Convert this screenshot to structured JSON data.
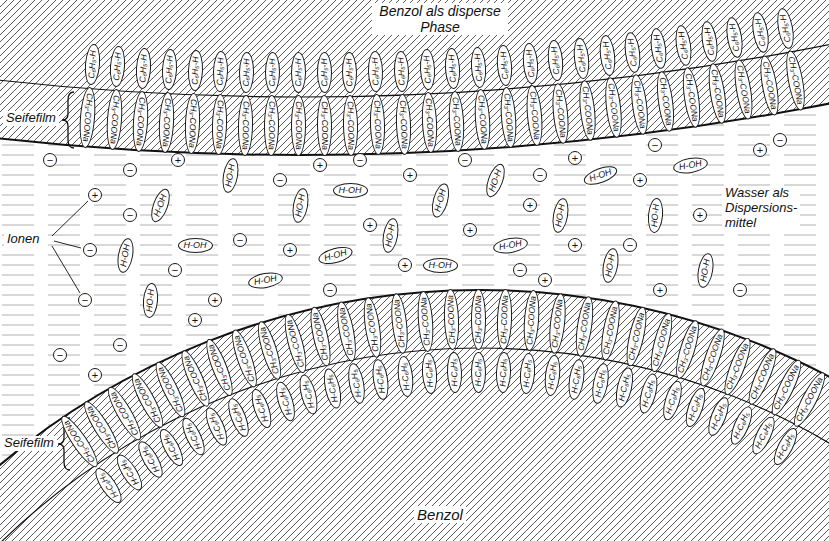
{
  "diagram": {
    "nodes": [
      {
        "text": [
          "C₆H₅-H"
        ]
      },
      {
        "text": [
          "C₆H₅-H"
        ]
      },
      {
        "text": [
          "C₆H₅-H"
        ]
      },
      {
        "text": [
          "C₆H₅-H"
        ]
      },
      {
        "text": [
          "C₆H₅-H"
        ]
      },
      {
        "text": [
          "C₆H₅-H"
        ]
      },
      {
        "text": [
          "C₆H₅-H"
        ]
      },
      {
        "text": [
          "C₆H₅-H"
        ]
      },
      {
        "text": [
          "C₆H₅-H"
        ]
      },
      {
        "text": [
          "C₆H₅-H"
        ]
      },
      {
        "text": [
          "C₆H₅-H"
        ]
      },
      {
        "text": [
          "C₆H₅-H"
        ]
      },
      {
        "text": [
          "C₆H₅-H"
        ]
      },
      {
        "text": [
          "C₆H₅-H"
        ]
      },
      {
        "text": [
          "C₆H₅-H"
        ]
      },
      {
        "text": [
          "C₆H₅-H"
        ]
      },
      {
        "text": [
          "C₆H₅-H"
        ]
      },
      {
        "text": [
          "C₆H₅-H"
        ]
      },
      {
        "text": [
          "C₆H₅-H"
        ]
      },
      {
        "text": [
          "C₆H₅-H"
        ]
      },
      {
        "text": [
          "C₆H₅-H"
        ]
      },
      {
        "text": [
          "C₆H₅-H"
        ]
      },
      {
        "text": [
          "C₆H₅-H"
        ]
      },
      {
        "text": [
          "C₆H₅-H"
        ]
      },
      {
        "text": [
          "C₆H₅-H"
        ]
      },
      {
        "text": [
          "C₆H₅-H"
        ]
      },
      {
        "text": [
          "C₆H₅-H"
        ]
      },
      {
        "text": [
          "C₆H₅-H"
        ]
      },
      {
        "text": [
          "CH₃-COONa"
        ]
      },
      {
        "text": [
          "CH₃-COONa"
        ]
      },
      {
        "text": [
          "CH₃-COONa"
        ]
      },
      {
        "text": [
          "CH₃-COONa"
        ]
      },
      {
        "text": [
          "CH₃-COONa"
        ]
      },
      {
        "text": [
          "CH₃-COONa"
        ]
      },
      {
        "text": [
          "CH₃-COONa"
        ]
      },
      {
        "text": [
          "CH₃-COONa"
        ]
      },
      {
        "text": [
          "CH₃-COONa"
        ]
      },
      {
        "text": [
          "CH₃-COONa"
        ]
      },
      {
        "text": [
          "CH₃-COONa"
        ]
      },
      {
        "text": [
          "CH₃-COONa"
        ]
      },
      {
        "text": [
          "CH₃-COONa"
        ]
      },
      {
        "text": [
          "CH₃-COONa"
        ]
      },
      {
        "text": [
          "CH₃-COONa"
        ]
      },
      {
        "text": [
          "CH₃-COONa"
        ]
      },
      {
        "text": [
          "CH₃-COONa"
        ]
      },
      {
        "text": [
          "CH₃-COONa"
        ]
      },
      {
        "text": [
          "CH₃-COONa"
        ]
      },
      {
        "text": [
          "CH₃-COONa"
        ]
      },
      {
        "text": [
          "CH₃-COONa"
        ]
      },
      {
        "text": [
          "CH₃-COONa"
        ]
      },
      {
        "text": [
          "CH₃-COONa"
        ]
      },
      {
        "text": [
          "CH₃-COONa"
        ]
      },
      {
        "text": [
          "CH₃-COONa"
        ]
      },
      {
        "text": [
          "CH₃-COONa"
        ]
      },
      {
        "text": [
          "CH₃-COONa"
        ]
      },
      {
        "text": [
          "CH₃-COONa"
        ]
      },
      {
        "text": [
          "H-OH"
        ]
      },
      {
        "text": [
          "H-OH"
        ]
      },
      {
        "text": [
          "H-OH"
        ]
      },
      {
        "text": [
          "HO-H"
        ]
      },
      {
        "text": [
          "H-OH"
        ]
      },
      {
        "text": [
          "HO-H"
        ]
      },
      {
        "text": [
          "H-OH"
        ]
      },
      {
        "text": [
          "H-OH"
        ]
      },
      {
        "text": [
          "HO-H"
        ]
      },
      {
        "text": [
          "H-OH"
        ]
      },
      {
        "text": [
          "H-OH"
        ]
      },
      {
        "text": [
          "HO-H"
        ]
      },
      {
        "text": [
          "H-OH"
        ]
      },
      {
        "text": [
          "HO-H"
        ]
      },
      {
        "text": [
          "H-OH"
        ]
      },
      {
        "text": [
          "HO-H"
        ]
      },
      {
        "text": [
          "HO-H"
        ]
      },
      {
        "text": [
          "H-OH"
        ]
      },
      {
        "text": [
          "HO-H"
        ]
      },
      {
        "text": [
          "HO-H"
        ]
      },
      {
        "text": [
          "+"
        ]
      },
      {
        "text": [
          "+"
        ]
      },
      {
        "text": [
          "+"
        ]
      },
      {
        "text": [
          "+"
        ]
      },
      {
        "text": [
          "+"
        ]
      },
      {
        "text": [
          "+"
        ]
      },
      {
        "text": [
          "+"
        ]
      },
      {
        "text": [
          "+"
        ]
      },
      {
        "text": [
          "+"
        ]
      },
      {
        "text": [
          "+"
        ]
      },
      {
        "text": [
          "+"
        ]
      },
      {
        "text": [
          "+"
        ]
      },
      {
        "text": [
          "+"
        ]
      },
      {
        "text": [
          "+"
        ]
      },
      {
        "text": [
          "+"
        ]
      },
      {
        "text": [
          "+"
        ]
      },
      {
        "text": [
          "+"
        ]
      },
      {
        "text": [
          "+"
        ]
      },
      {
        "text": [
          "+"
        ]
      },
      {
        "text": [
          "−"
        ]
      },
      {
        "text": [
          "−"
        ]
      },
      {
        "text": [
          "−"
        ]
      },
      {
        "text": [
          "−"
        ]
      },
      {
        "text": [
          "−"
        ]
      },
      {
        "text": [
          "−"
        ]
      },
      {
        "text": [
          "−"
        ]
      },
      {
        "text": [
          "−"
        ]
      },
      {
        "text": [
          "−"
        ]
      },
      {
        "text": [
          "−"
        ]
      },
      {
        "text": [
          "−"
        ]
      },
      {
        "text": [
          "−"
        ]
      },
      {
        "text": [
          "−"
        ]
      },
      {
        "text": [
          "−"
        ]
      },
      {
        "text": [
          "−"
        ]
      },
      {
        "text": [
          "−"
        ]
      },
      {
        "text": [
          "−"
        ]
      },
      {
        "text": [
          "−"
        ]
      },
      {
        "text": [
          "−"
        ]
      },
      {
        "text": [
          "CH₃-COONa"
        ]
      },
      {
        "text": [
          "CH₃-COONa"
        ]
      },
      {
        "text": [
          "CH₃-COONa"
        ]
      },
      {
        "text": [
          "CH₃-COONa"
        ]
      },
      {
        "text": [
          "CH₃-COONa"
        ]
      },
      {
        "text": [
          "CH₃-COONa"
        ]
      },
      {
        "text": [
          "CH₃-COONa"
        ]
      },
      {
        "text": [
          "CH₃-COONa"
        ]
      },
      {
        "text": [
          "CH₃-COONa"
        ]
      },
      {
        "text": [
          "CH₃-COONa"
        ]
      },
      {
        "text": [
          "CH₃-COONa"
        ]
      },
      {
        "text": [
          "CH₃-COONa"
        ]
      },
      {
        "text": [
          "CH₃-COONa"
        ]
      },
      {
        "text": [
          "CH₃-COONa"
        ]
      },
      {
        "text": [
          "CH₃-COONa"
        ]
      },
      {
        "text": [
          "CH₃-COONa"
        ]
      },
      {
        "text": [
          "CH₃-COONa"
        ]
      },
      {
        "text": [
          "CH₃-COONa"
        ]
      },
      {
        "text": [
          "CH₃-COONa"
        ]
      },
      {
        "text": [
          "CH₃-COONa"
        ]
      },
      {
        "text": [
          "CH₃-COONa"
        ]
      },
      {
        "text": [
          "CH₃-COONa"
        ]
      },
      {
        "text": [
          "CH₃-COONa"
        ]
      },
      {
        "text": [
          "CH₃-COONa"
        ]
      },
      {
        "text": [
          "CH₃-COONa"
        ]
      },
      {
        "text": [
          "CH₃-COONa"
        ]
      },
      {
        "text": [
          "CH₃-COONa"
        ]
      },
      {
        "text": [
          "CH₃-COONa"
        ]
      },
      {
        "text": [
          "CH₃-COONa"
        ]
      },
      {
        "text": [
          "CH₃-COONa"
        ]
      },
      {
        "text": [
          "H-C₆H₅"
        ]
      },
      {
        "text": [
          "H-C₆H₅"
        ]
      },
      {
        "text": [
          "H-C₆H₅"
        ]
      },
      {
        "text": [
          "H-C₆H₅"
        ]
      },
      {
        "text": [
          "H-C₆H₅"
        ]
      },
      {
        "text": [
          "H-C₆H₅"
        ]
      },
      {
        "text": [
          "H-C₆H₅"
        ]
      },
      {
        "text": [
          "H-C₆H₅"
        ]
      },
      {
        "text": [
          "H-C₆H₅"
        ]
      },
      {
        "text": [
          "H-C₆H₅"
        ]
      },
      {
        "text": [
          "H-C₆H₅"
        ]
      },
      {
        "text": [
          "H-C₆H₅"
        ]
      },
      {
        "text": [
          "H-C₆H₅"
        ]
      },
      {
        "text": [
          "H-C₆H₅"
        ]
      },
      {
        "text": [
          "H-C₆H₅"
        ]
      },
      {
        "text": [
          "H-C₆H₅"
        ]
      },
      {
        "text": [
          "H-C₆H₅"
        ]
      },
      {
        "text": [
          "H-C₆H₅"
        ]
      },
      {
        "text": [
          "H-C₆H₅"
        ]
      },
      {
        "text": [
          "H-C₆H₅"
        ]
      },
      {
        "text": [
          "H-C₆H₅"
        ]
      },
      {
        "text": [
          "H-C₆H₅"
        ]
      },
      {
        "text": [
          "H-C₆H₅"
        ]
      },
      {
        "text": [
          "H-C₆H₅"
        ]
      },
      {
        "text": [
          "H-C₆H₅"
        ]
      },
      {
        "text": [
          "H-C₆H₅"
        ]
      },
      {
        "text": [
          "H-C₆H₅"
        ]
      },
      {
        "text": [
          "H-C₆H₅"
        ]
      },
      {
        "text": [
          "H-C₆H₅"
        ]
      },
      {
        "text": [
          "H-C₆H₅"
        ]
      }
    ],
    "labels": [
      "Benzol als disperse Phase",
      "Seifefilm",
      "Wasser als Dispersions- mittel",
      "Ionen",
      "Seifefilm",
      "Benzol"
    ]
  }
}
